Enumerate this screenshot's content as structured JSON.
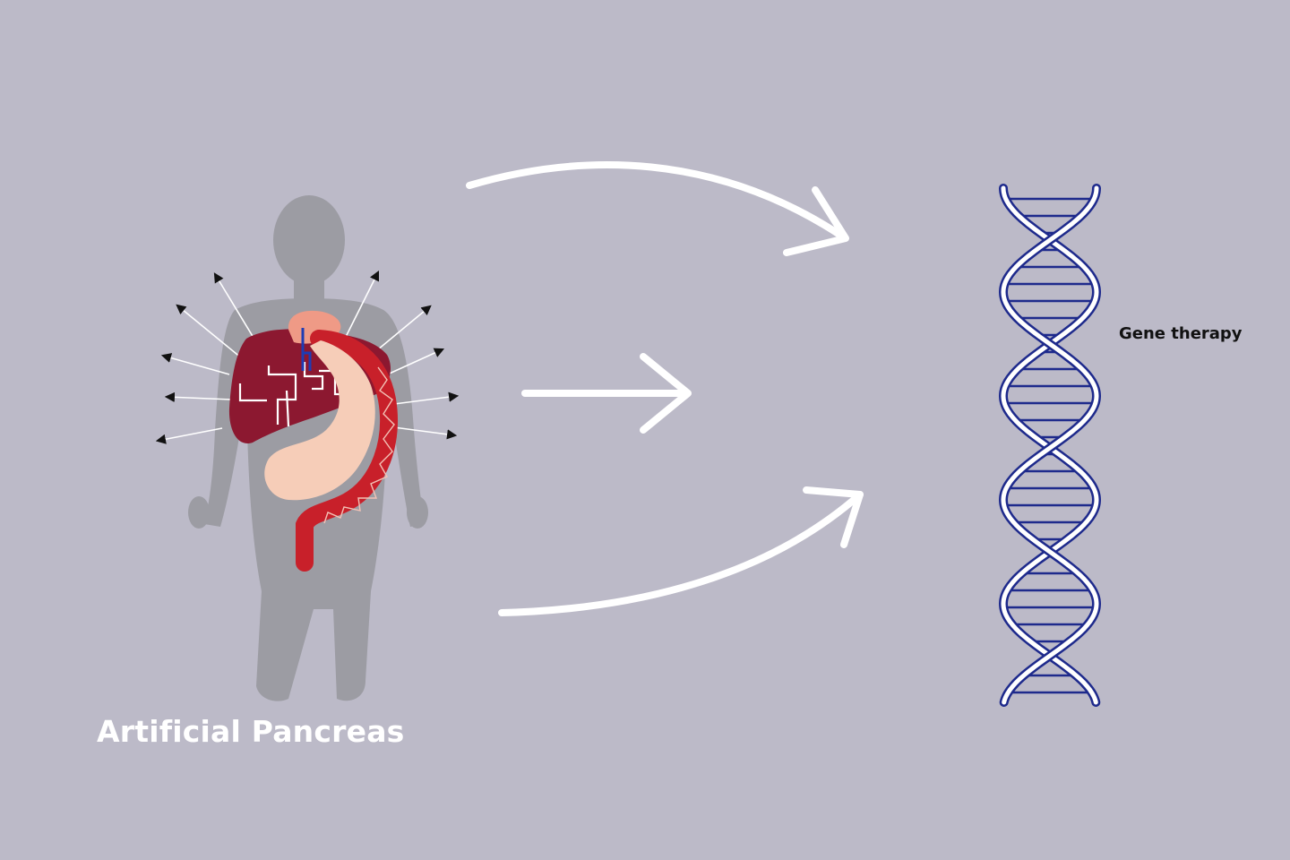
{
  "left_label": "Artificial Pancreas",
  "right_label": "Gene therapy",
  "colors": {
    "background": "#bcbac8",
    "body_silhouette": "#9c9ca3",
    "liver": "#8c1830",
    "stomach": "#f6cdb8",
    "vessel": "#c8202a",
    "pancreas_gland": "#ef9a86",
    "dna_strand": "#1e2a8c",
    "arrow": "#ffffff"
  },
  "icons": [
    "child-silhouette",
    "liver-organ",
    "stomach-organ",
    "blood-vessel",
    "dna-helix",
    "arrow-right",
    "arrow-curved"
  ]
}
